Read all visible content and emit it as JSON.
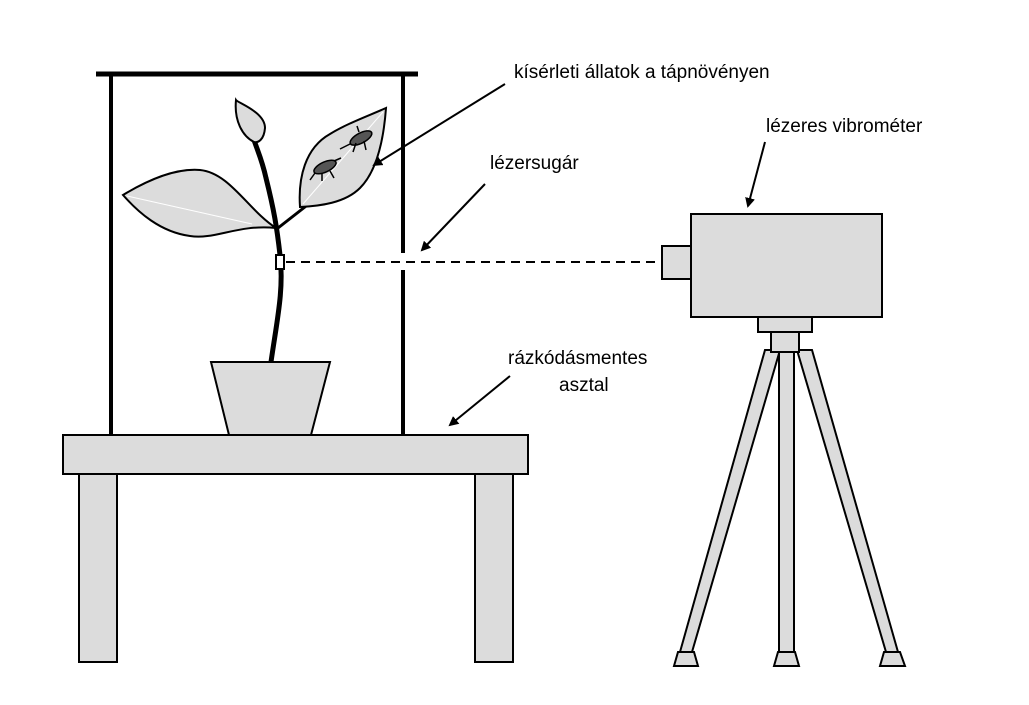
{
  "labels": {
    "animals": "kísérleti állatok a tápnövényen",
    "vibrometer": "lézeres vibrométer",
    "laser": "lézersugár",
    "table_line1": "rázkódásmentes",
    "table_line2": "asztal"
  },
  "colors": {
    "fill": "#dcdcdc",
    "stroke": "#000000",
    "insect": "#555555"
  }
}
